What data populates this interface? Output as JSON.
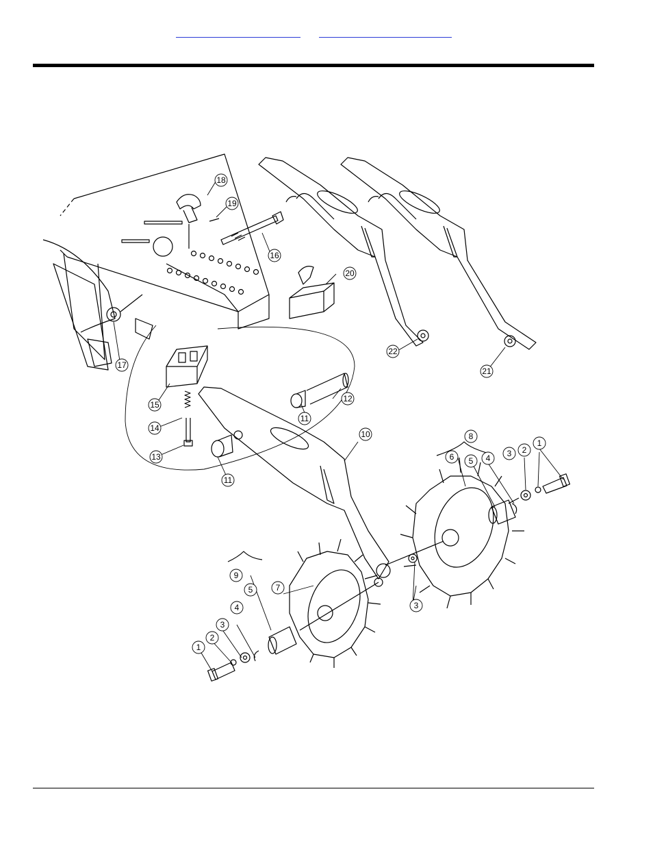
{
  "nav": {
    "link_1": "",
    "link_2": ""
  },
  "callouts": {
    "c1a": "1",
    "c1b": "1",
    "c2a": "2",
    "c2b": "2",
    "c3a": "3",
    "c3b": "3",
    "c3c": "3",
    "c3d": "3",
    "c4a": "4",
    "c4b": "4",
    "c5a": "5",
    "c5b": "5",
    "c6": "6",
    "c7": "7",
    "c8": "8",
    "c9": "9",
    "c10": "10",
    "c11a": "11",
    "c11b": "11",
    "c12": "12",
    "c13": "13",
    "c14": "14",
    "c15": "15",
    "c16": "16",
    "c17": "17",
    "c18": "18",
    "c19": "19",
    "c20": "20",
    "c21": "21",
    "c22": "22"
  }
}
